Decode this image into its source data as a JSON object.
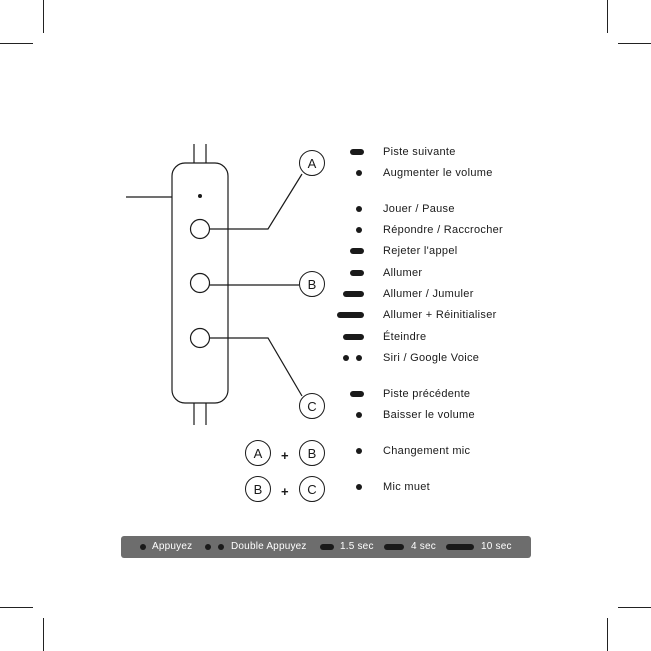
{
  "buttons": {
    "a": "A",
    "b": "B",
    "c": "C",
    "plus": "+"
  },
  "functions": [
    {
      "label": "Piste suivante",
      "press": "1.5 sec"
    },
    {
      "label": "Augmenter le volume",
      "press": "Appuyez"
    },
    {
      "label": "Jouer / Pause",
      "press": "Appuyez"
    },
    {
      "label": "Répondre / Raccrocher",
      "press": "Appuyez"
    },
    {
      "label": "Rejeter l'appel",
      "press": "1.5 sec"
    },
    {
      "label": "Allumer",
      "press": "1.5 sec"
    },
    {
      "label": "Allumer / Jumuler",
      "press": "4 sec"
    },
    {
      "label": "Allumer + Réinitialiser",
      "press": "10 sec"
    },
    {
      "label": "Éteindre",
      "press": "4 sec"
    },
    {
      "label": "Siri / Google Voice",
      "press": "Double Appuyez"
    },
    {
      "label": "Piste précédente",
      "press": "1.5 sec"
    },
    {
      "label": "Baisser le volume",
      "press": "Appuyez"
    },
    {
      "label": "Changement mic",
      "press": "Appuyez"
    },
    {
      "label": "Mic muet",
      "press": "Appuyez"
    }
  ],
  "legend": {
    "press": "Appuyez",
    "double_press": "Double Appuyez",
    "short": "1.5 sec",
    "medium": "4 sec",
    "long": "10 sec"
  },
  "colors": {
    "ink": "#1a1a1a",
    "legend_bg": "#6d6d6d",
    "legend_text": "#ffffff"
  }
}
